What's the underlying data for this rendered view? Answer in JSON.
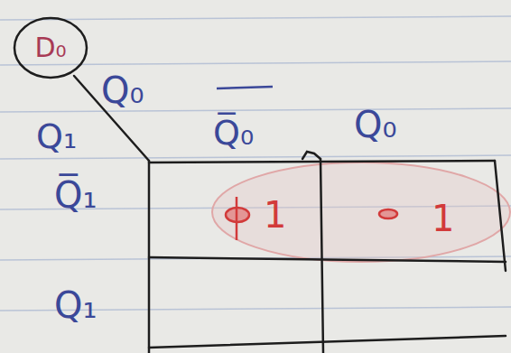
{
  "diagram": {
    "nodes": [
      {
        "text": [
          "D₀"
        ]
      }
    ],
    "labels": [
      "Q₀",
      "Q₁",
      "Q̅₀",
      "Q₀",
      "Q̅₁",
      "Q₁",
      "1",
      "1"
    ]
  }
}
